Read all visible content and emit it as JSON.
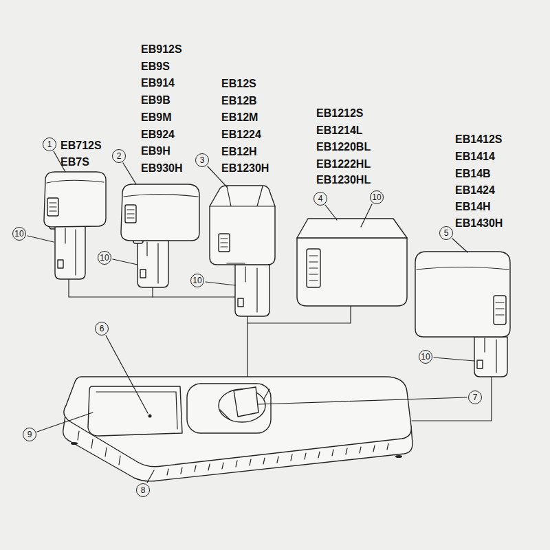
{
  "diagram": {
    "labels": [
      "EB712S",
      "EB7S",
      "EB912S",
      "EB9S",
      "EB914",
      "EB9B",
      "EB9M",
      "EB924",
      "EB9H",
      "EB930H",
      "EB12S",
      "EB12B",
      "EB12M",
      "EB1224",
      "EB12H",
      "EB1230H",
      "EB1212S",
      "EB1214L",
      "EB1220BL",
      "EB1222HL",
      "EB1230HL",
      "EB1412S",
      "EB1414",
      "EB14B",
      "EB1424",
      "EB14H",
      "EB1430H",
      "1",
      "10",
      "2",
      "10",
      "3",
      "10",
      "4",
      "10",
      "5",
      "10",
      "6",
      "7",
      "9",
      "8"
    ]
  }
}
